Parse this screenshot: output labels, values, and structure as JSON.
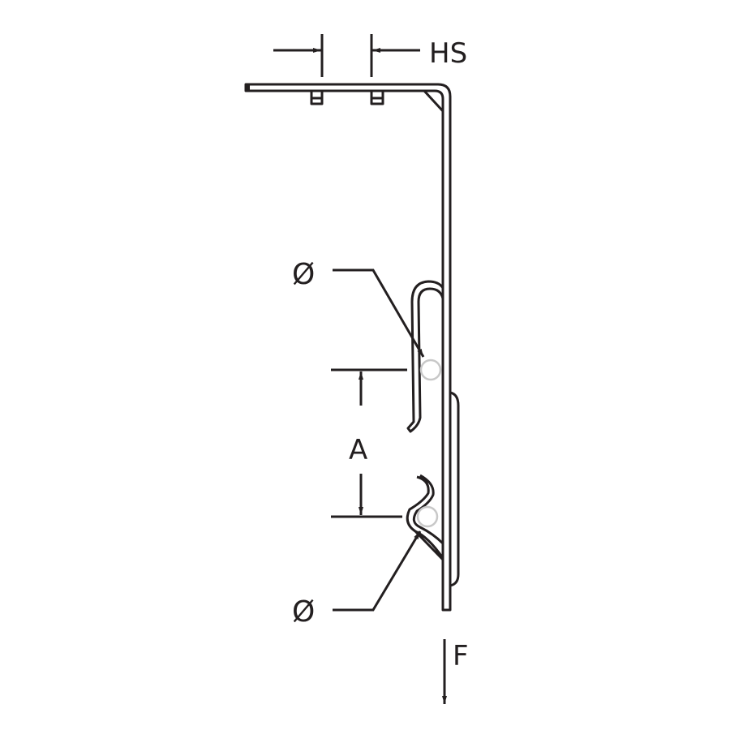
{
  "diagram": {
    "labels": {
      "hs": "HS",
      "a": "A",
      "diameter_upper": "Ø",
      "diameter_lower": "Ø",
      "force": "F"
    },
    "colors": {
      "line": "#231f20",
      "pin": "#c8c8c8",
      "background": "#ffffff"
    }
  }
}
